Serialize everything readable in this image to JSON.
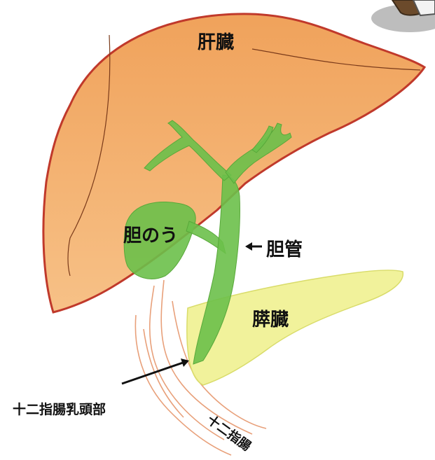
{
  "labels": {
    "liver": "肝臓",
    "gallbladder": "胆のう",
    "bile_duct": "胆管",
    "pancreas": "膵臓",
    "papilla": "十二指腸乳頭部",
    "duodenum": "十二指腸"
  },
  "colors": {
    "liver_fill": "#f2a35c",
    "liver_outline": "#c0392b",
    "bile_green": "#6cc04a",
    "pancreas_fill": "#eef08a",
    "duodenum_line": "#e8a07a"
  }
}
